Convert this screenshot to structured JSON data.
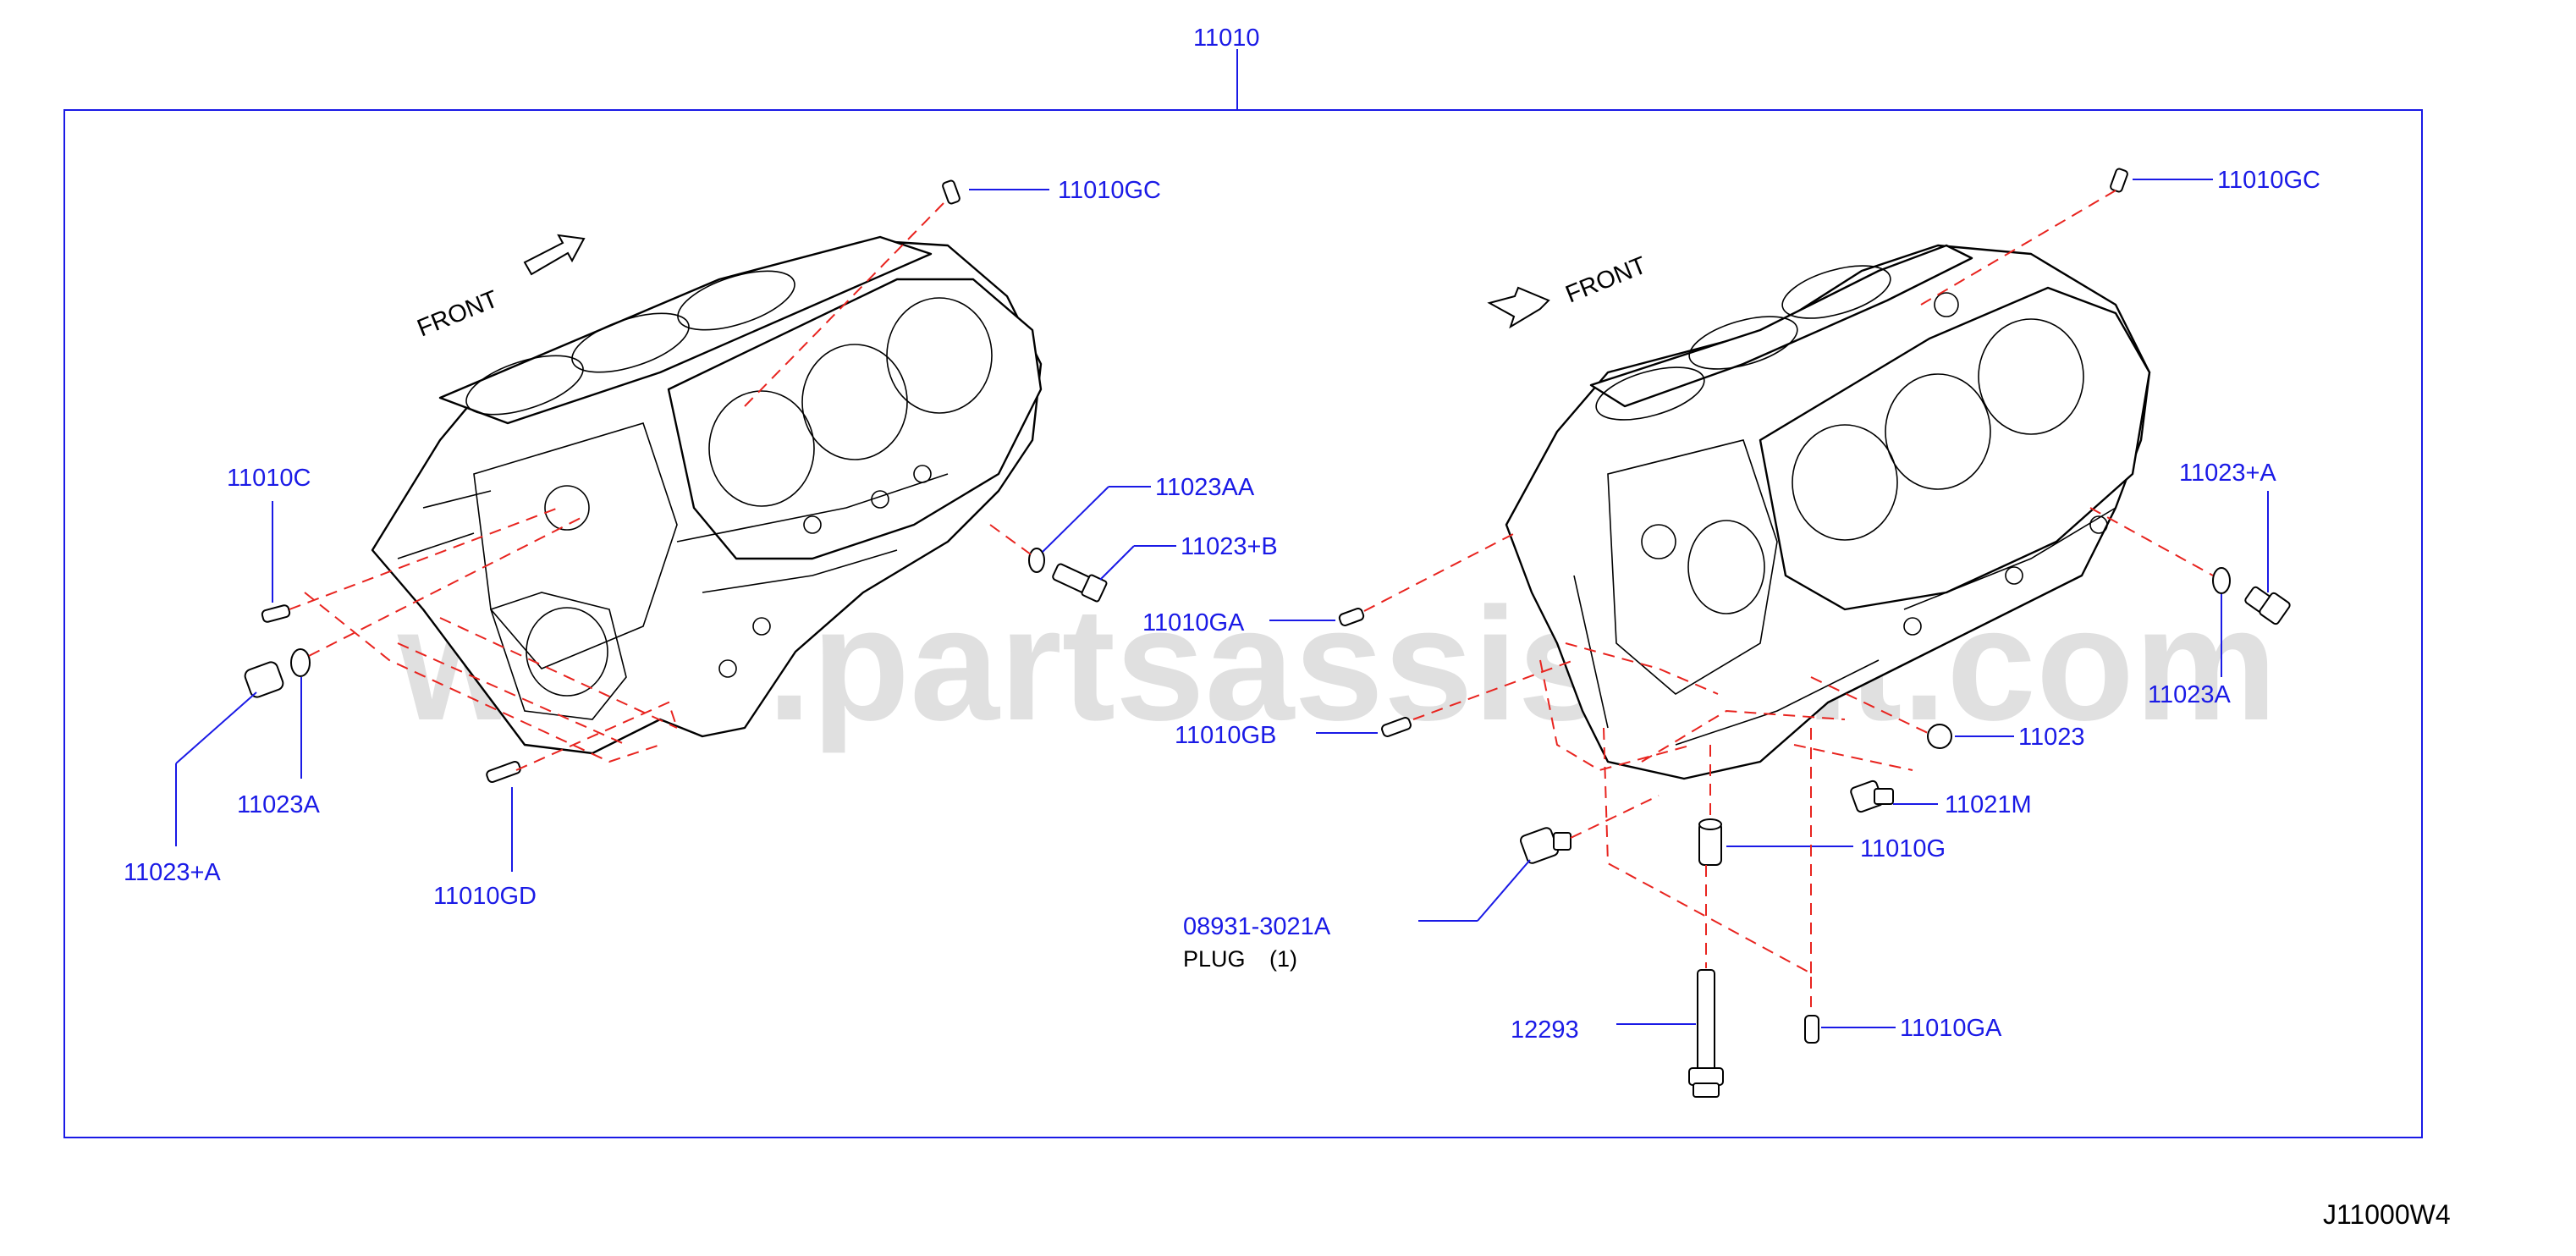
{
  "diagram": {
    "assembly_label": "11010",
    "code": "J11000W4",
    "watermark": "www.partsassistant.com",
    "front_left": "FRONT",
    "front_right": "FRONT",
    "labels": {
      "l_11010gc": "11010GC",
      "l_11010c": "11010C",
      "l_11023aa": "11023AA",
      "l_11023b": "11023+B",
      "l_11023a_left": "11023A",
      "l_11023plusa_left": "11023+A",
      "l_11010gd": "11010GD",
      "r_11010gc": "11010GC",
      "r_11023plusa": "11023+A",
      "r_11023a": "11023A",
      "r_11010ga_upper": "11010GA",
      "r_11010gb": "11010GB",
      "r_11023": "11023",
      "r_11021m": "11021M",
      "r_11010g": "11010G",
      "r_08931": "08931-3021A",
      "r_plug": "PLUG",
      "r_plug_qty": "(1)",
      "r_12293": "12293",
      "r_11010ga_lower": "11010GA"
    }
  }
}
